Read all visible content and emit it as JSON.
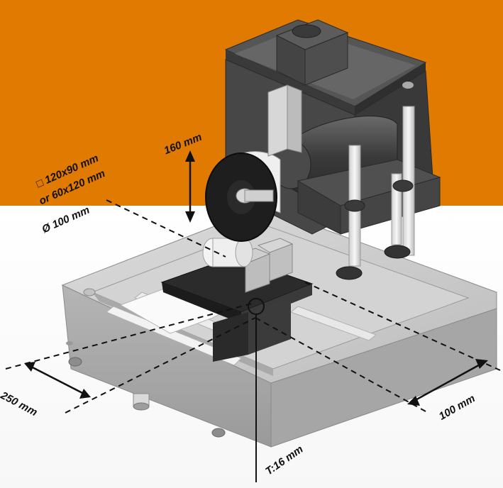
{
  "labels": {
    "height": "160 mm",
    "section_square": "□ 120x90 mm",
    "section_rect": "or 60x120 mm",
    "section_round": "Ø 100 mm",
    "depth": "250 mm",
    "width": "100 mm",
    "thickness": "T:16 mm"
  },
  "colors": {
    "accent": "#e17a00",
    "machine_light": "#c9c9c9",
    "machine_dark": "#3f3f3f"
  }
}
